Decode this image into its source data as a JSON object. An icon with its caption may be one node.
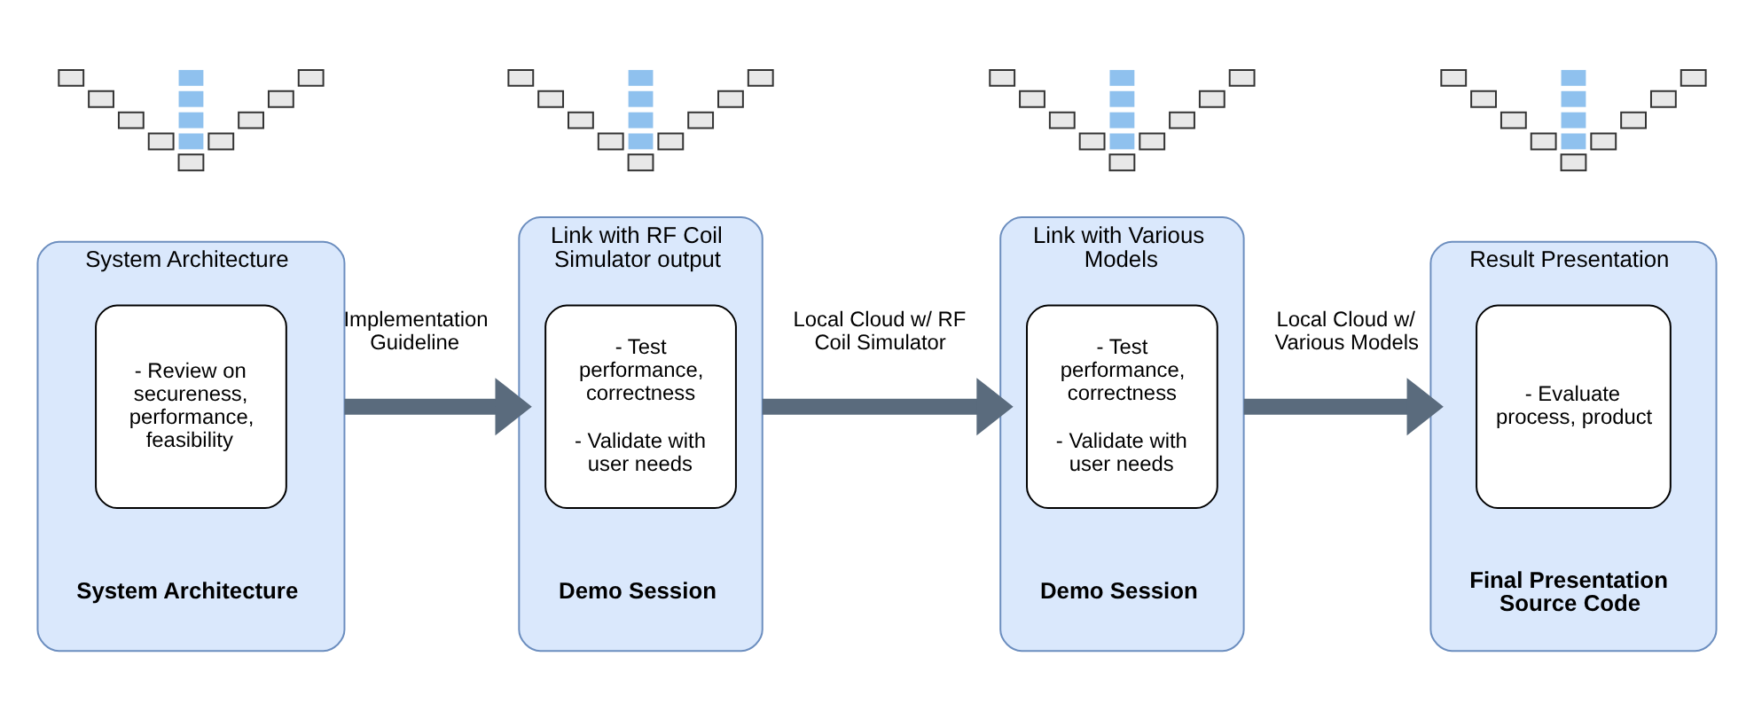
{
  "diagram": {
    "nodes": [
      {
        "text": [],
        "shape": "picture"
      },
      {
        "text": [],
        "shape": "picture"
      },
      {
        "text": [],
        "shape": "picture"
      },
      {
        "text": [],
        "shape": "picture"
      },
      {
        "text": [
          "System Architecture",
          "System Architecture"
        ]
      },
      {
        "text": [
          "- Review on secureness, performance, feasibility"
        ],
        "in": 4
      },
      {
        "text": [
          "Link with RF Coil Simulator output",
          "Demo Session"
        ]
      },
      {
        "text": [
          "- Test performance, correctness",
          "- Validate with user needs"
        ],
        "in": 6
      },
      {
        "text": [
          "Link with Various Models",
          "Demo Session"
        ]
      },
      {
        "text": [
          "- Test performance, correctness",
          "- Validate with user needs"
        ],
        "in": 8
      },
      {
        "text": [
          "Result Presentation",
          "Final Presentation Source Code"
        ]
      },
      {
        "text": [
          "- Evaluate process, product"
        ],
        "in": 10
      }
    ],
    "edges": [
      {
        "from": 4,
        "to": 6,
        "arrow": "to",
        "label": "Implementation Guideline"
      },
      {
        "from": 6,
        "to": 8,
        "arrow": "to",
        "label": "Local Cloud w/ RF Coil Simulator"
      },
      {
        "from": 8,
        "to": 10,
        "arrow": "to",
        "label": "Local Cloud w/ Various Models"
      }
    ]
  }
}
